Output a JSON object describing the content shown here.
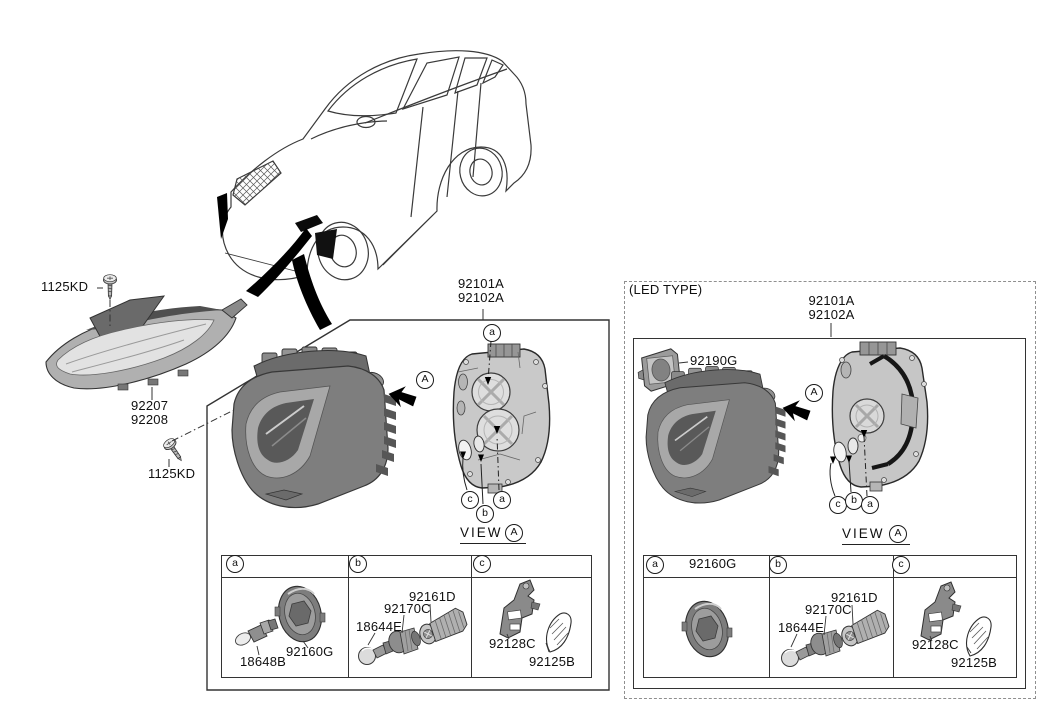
{
  "diagram": {
    "left": {
      "bolt_top_label": "1125KD",
      "bolt_bottom_label": "1125KD",
      "lamp_label_1": "92207",
      "lamp_label_2": "92208"
    },
    "halogen": {
      "assembly_1": "92101A",
      "assembly_2": "92102A",
      "arrow_ref": "A",
      "view_word": "VIEW",
      "view_ref": "A",
      "callout_top": "a",
      "callout_c": "c",
      "callout_b": "b",
      "callout_a": "a",
      "table": {
        "col_a": "a",
        "col_b": "b",
        "col_c": "c",
        "bulb": "18648B",
        "cap": "92160G",
        "ball": "18644E",
        "socket": "92170C",
        "grip": "92161D",
        "bracket": "92128C",
        "pad": "92125B"
      }
    },
    "led": {
      "title": "(LED TYPE)",
      "cover": "92190G",
      "assembly_1": "92101A",
      "assembly_2": "92102A",
      "arrow_ref": "A",
      "view_word": "VIEW",
      "view_ref": "A",
      "callout_c": "c",
      "callout_b": "b",
      "callout_a": "a",
      "table": {
        "col_a": "a",
        "col_a_part": "92160G",
        "col_b": "b",
        "col_c": "c",
        "ball": "18644E",
        "socket": "92170C",
        "grip": "92161D",
        "bracket": "92128C",
        "pad": "92125B"
      }
    }
  }
}
